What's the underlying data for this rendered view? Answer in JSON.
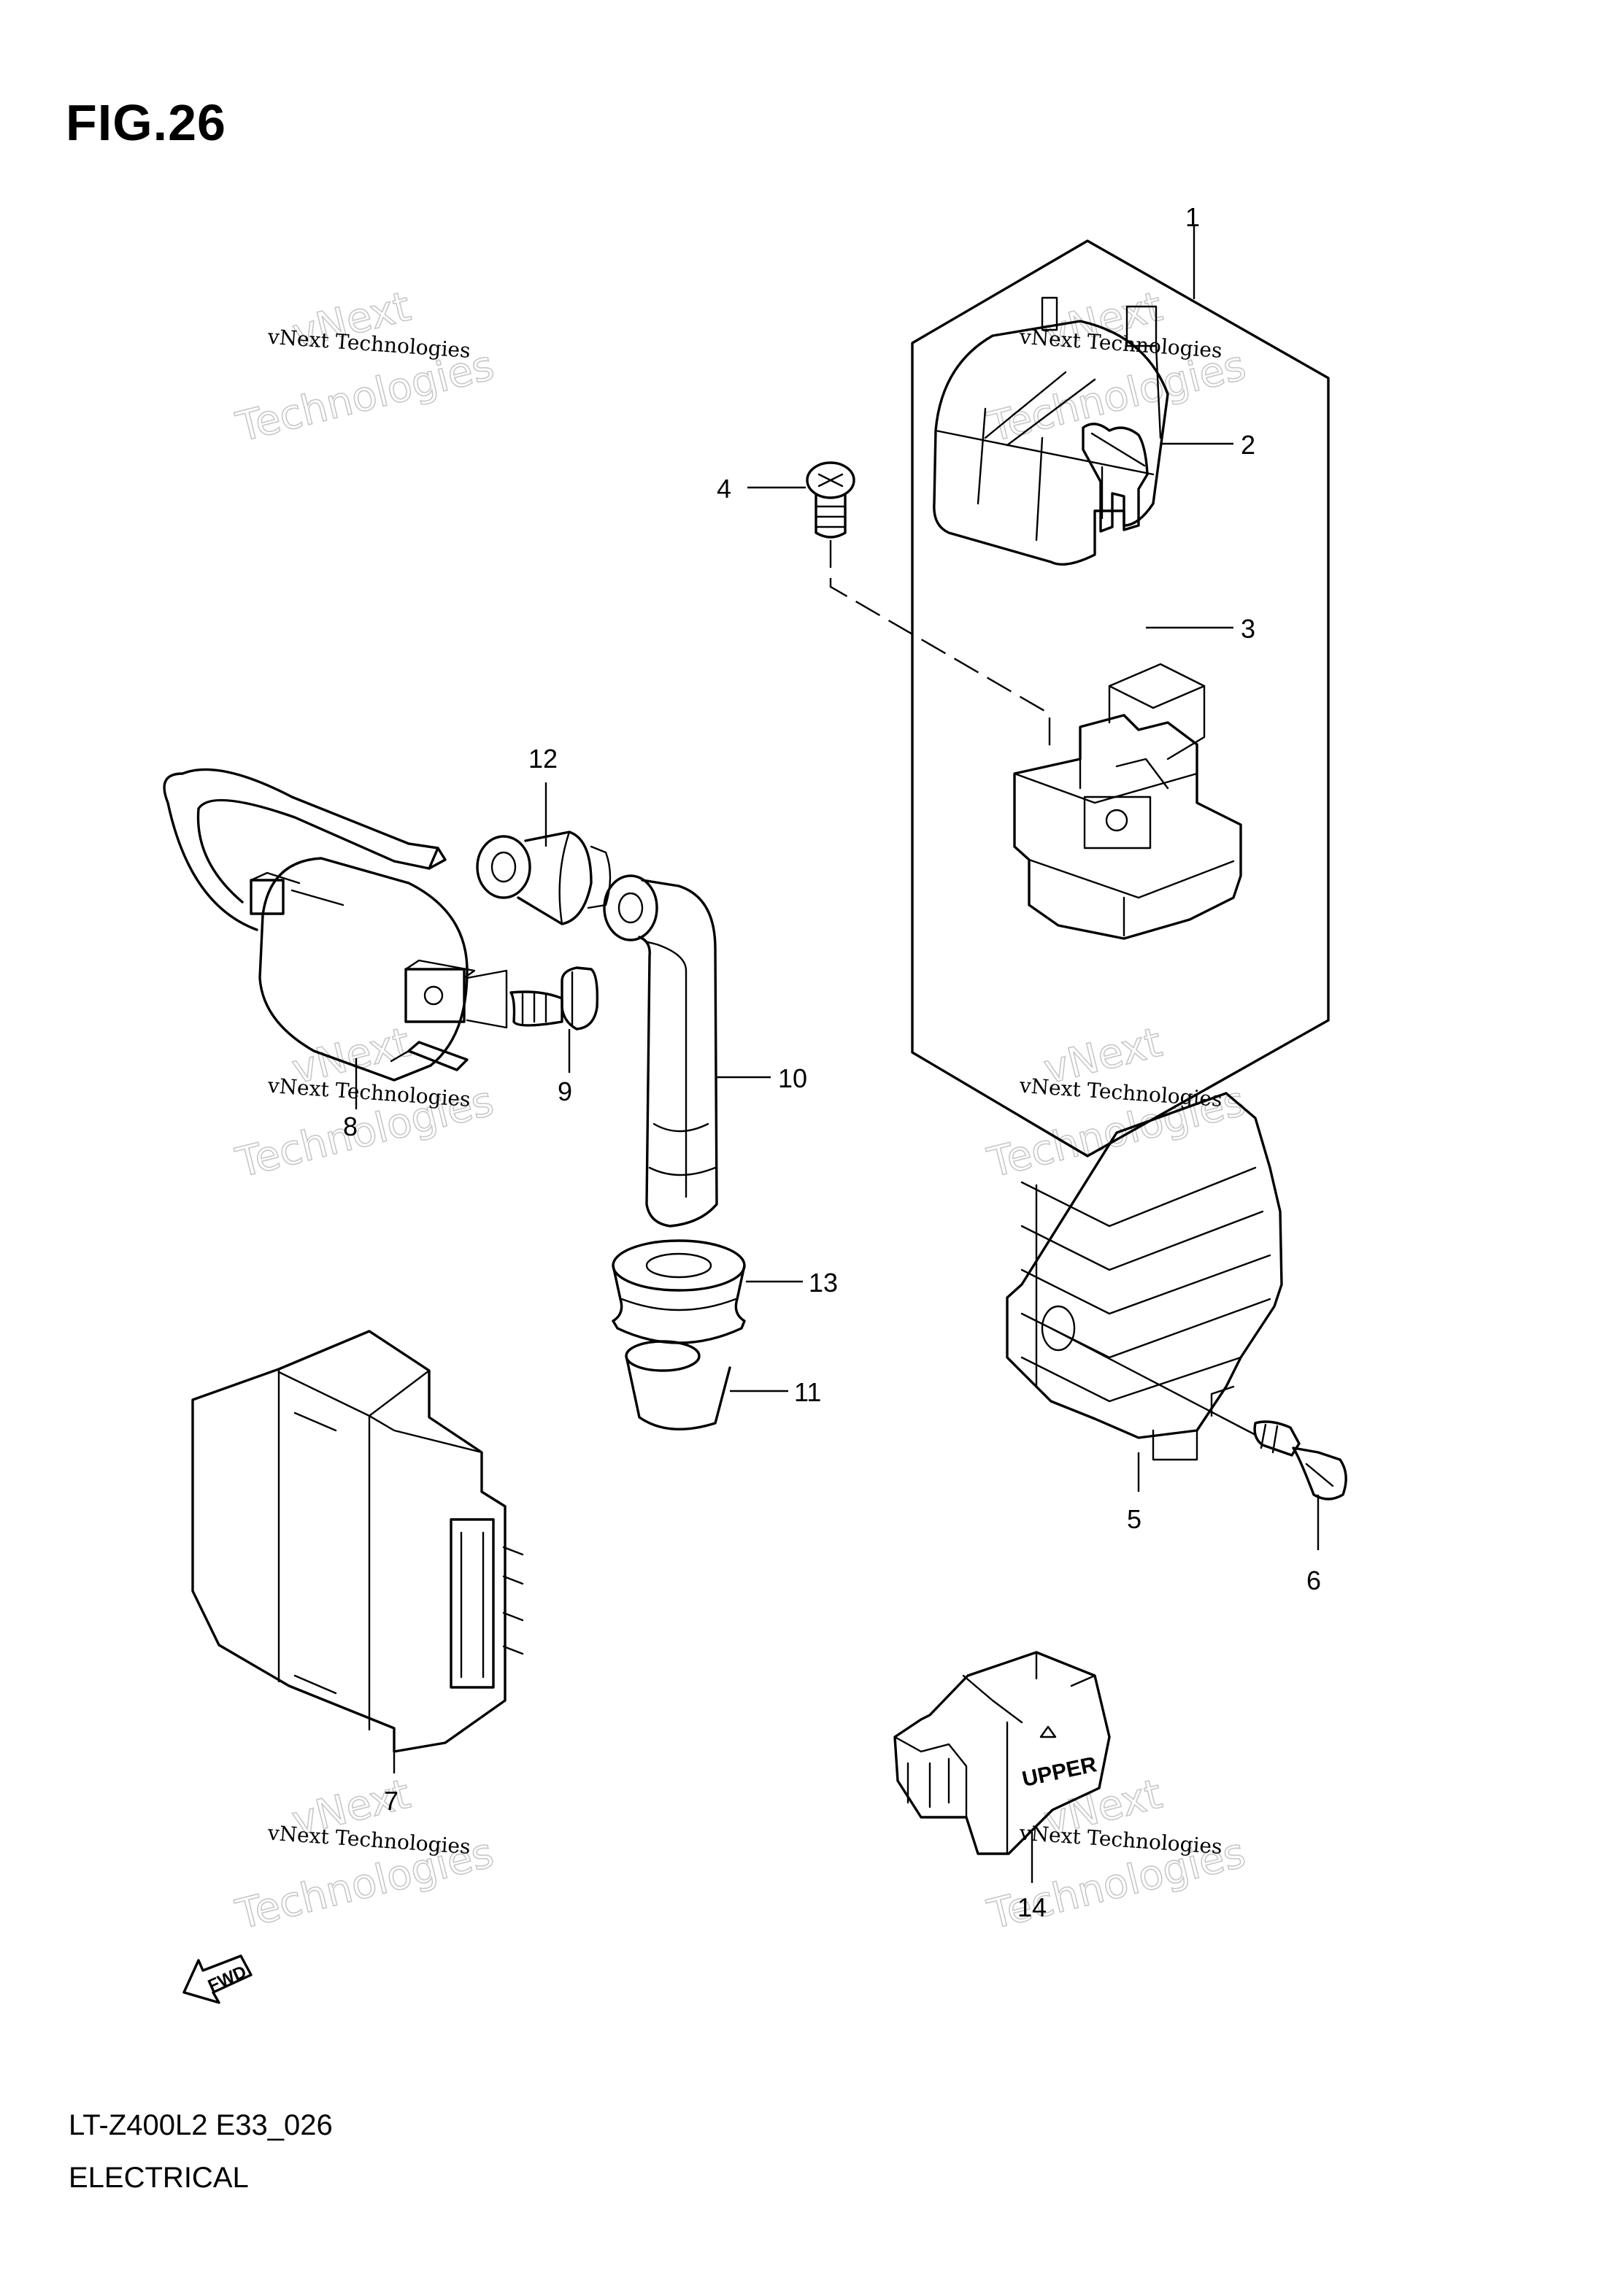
{
  "figure_title": "FIG.26",
  "footer": {
    "model_code": "LT-Z400L2 E33_026",
    "section": "ELECTRICAL"
  },
  "callouts": [
    "1",
    "2",
    "3",
    "4",
    "5",
    "6",
    "7",
    "8",
    "9",
    "10",
    "11",
    "12",
    "13",
    "14"
  ],
  "part_labels": {
    "direction_arrow": "FWD",
    "connector_marking": "UPPER"
  },
  "watermark": {
    "company": "vNext Technologies",
    "brand_word": "Technologies",
    "brand_small": "vNext"
  }
}
